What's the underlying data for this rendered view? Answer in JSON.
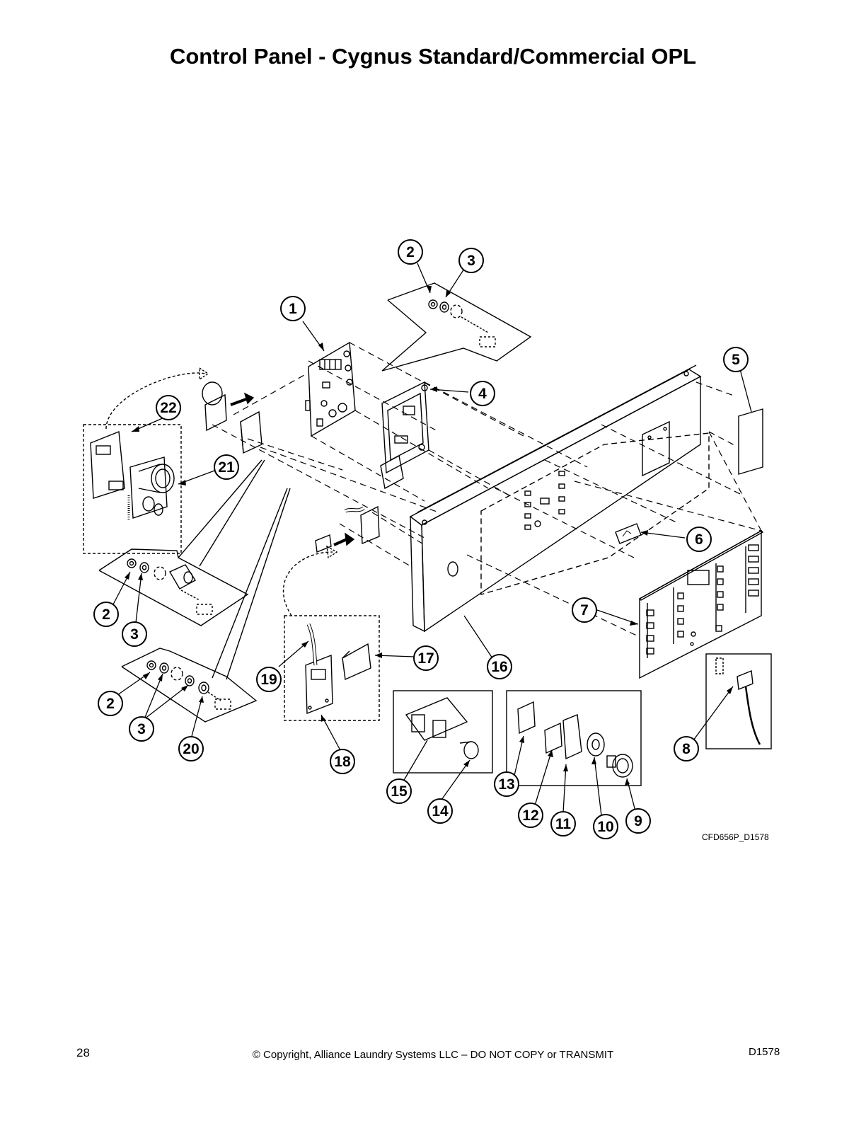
{
  "title": "Control Panel - Cygnus Standard/Commercial OPL",
  "drawing_id": "CFD656P_D1578",
  "footer": {
    "page_number": "28",
    "copyright": "© Copyright, Alliance Laundry Systems LLC – DO NOT COPY or TRANSMIT",
    "doc_code": "D1578"
  },
  "callouts": [
    "1",
    "2",
    "3",
    "4",
    "5",
    "6",
    "7",
    "8",
    "9",
    "10",
    "11",
    "12",
    "13",
    "14",
    "15",
    "16",
    "17",
    "18",
    "19",
    "20",
    "21",
    "22"
  ]
}
